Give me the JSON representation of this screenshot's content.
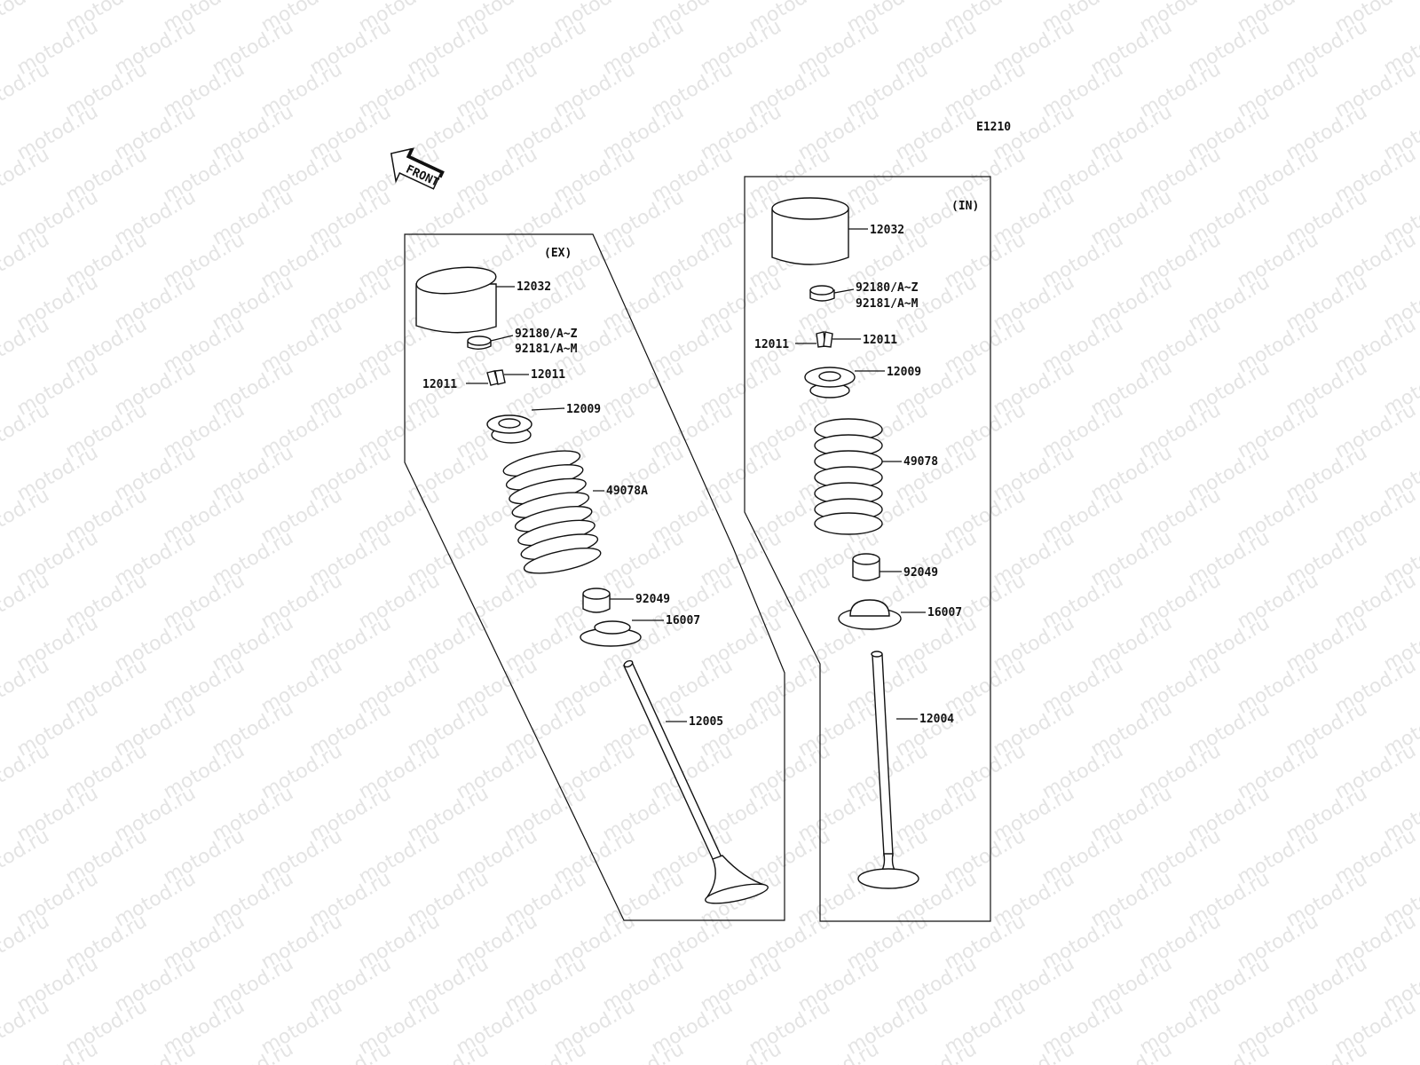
{
  "watermark_text": "motod.ru",
  "diagram_code": "E1210",
  "front_label": "FRONT",
  "exhaust": {
    "title": "(EX)",
    "labels": {
      "tappet": "12032",
      "shim_a": "92180/A~Z",
      "shim_b": "92181/A~M",
      "cotter_left": "12011",
      "cotter_right": "12011",
      "retainer": "12009",
      "spring": "49078A",
      "seal": "92049",
      "seat": "16007",
      "valve": "12005"
    }
  },
  "intake": {
    "title": "(IN)",
    "labels": {
      "tappet": "12032",
      "shim_a": "92180/A~Z",
      "shim_b": "92181/A~M",
      "cotter_left": "12011",
      "cotter_right": "12011",
      "retainer": "12009",
      "spring": "49078",
      "seal": "92049",
      "seat": "16007",
      "valve": "12004"
    }
  }
}
